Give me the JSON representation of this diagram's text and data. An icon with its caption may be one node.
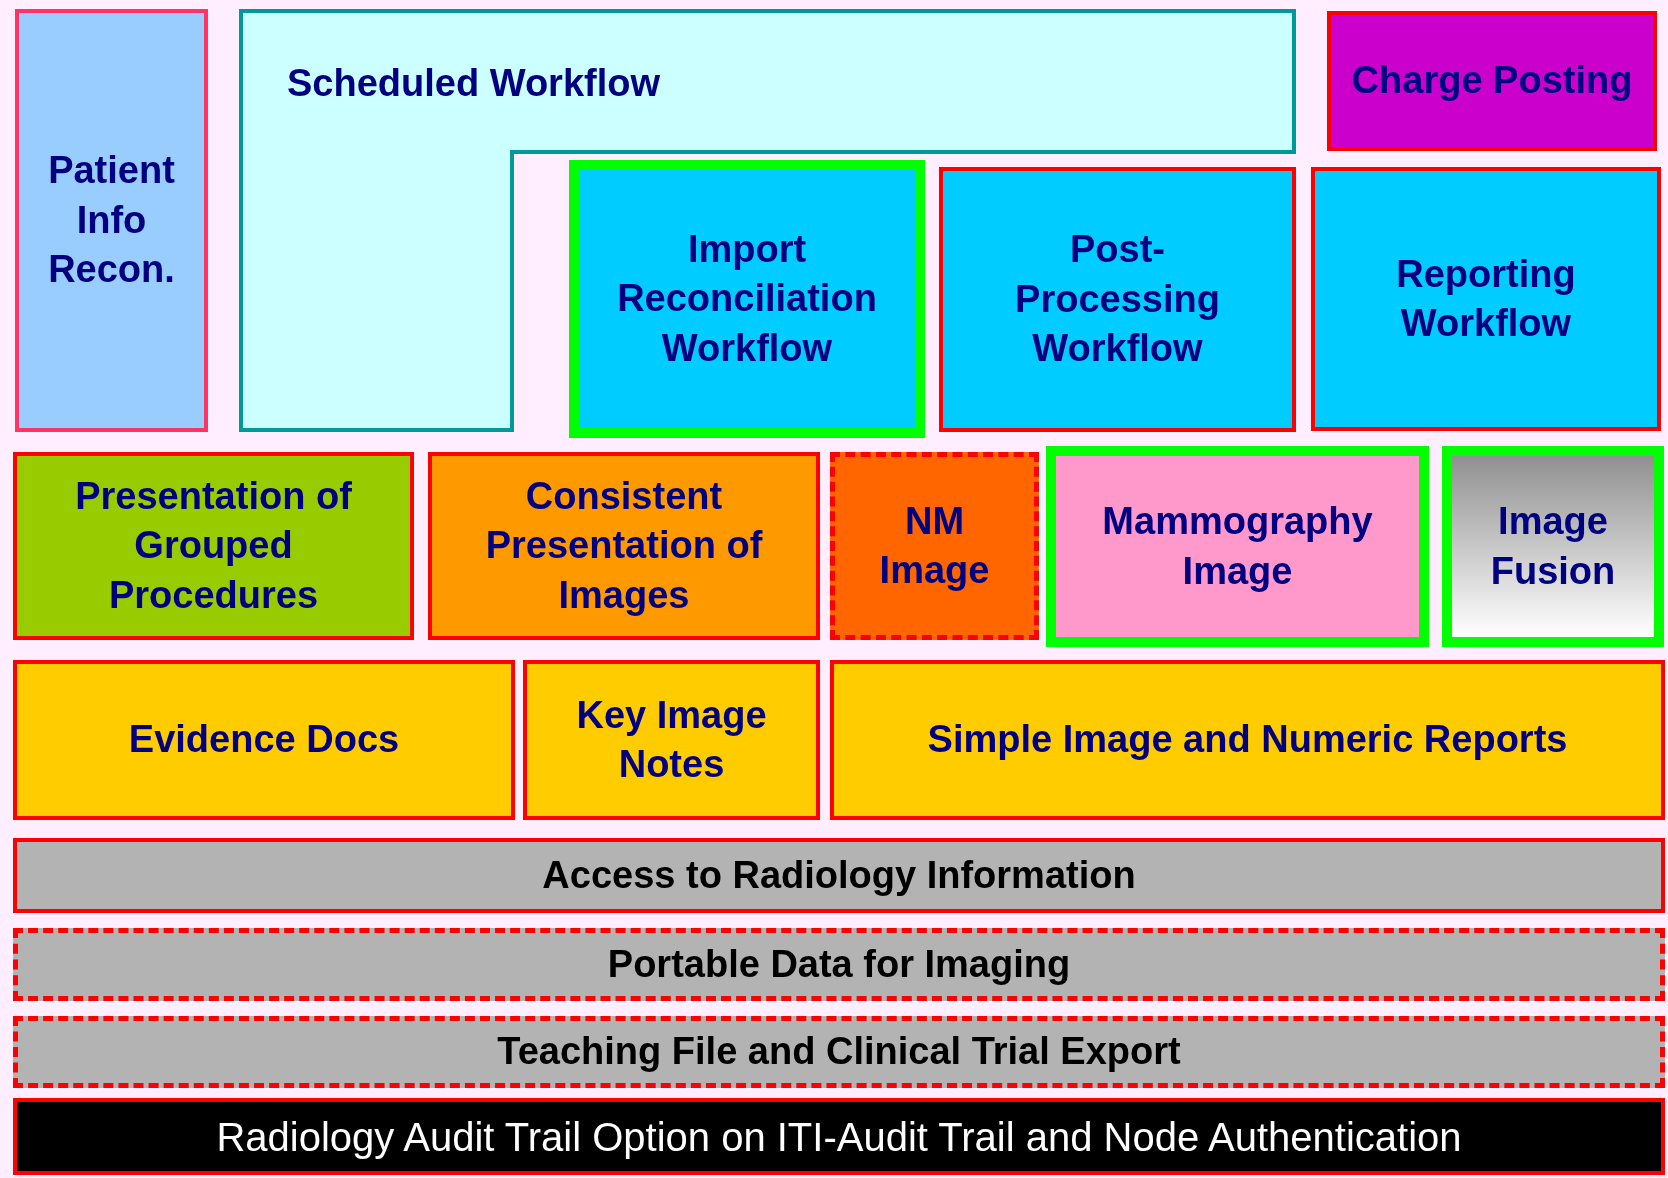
{
  "diagram": {
    "nodes": [
      {
        "text": [
          "Patient Info Recon."
        ]
      },
      {
        "text": [
          "Scheduled Workflow"
        ]
      },
      {
        "text": [
          "Charge Posting"
        ]
      },
      {
        "text": [
          "Import Reconciliation Workflow"
        ]
      },
      {
        "text": [
          "Post-Processing Workflow"
        ]
      },
      {
        "text": [
          "Reporting Workflow"
        ]
      },
      {
        "text": [
          "Presentation of Grouped Procedures"
        ]
      },
      {
        "text": [
          "Consistent Presentation of Images"
        ]
      },
      {
        "text": [
          "NM Image"
        ]
      },
      {
        "text": [
          "Mammography Image"
        ]
      },
      {
        "text": [
          "Image Fusion"
        ]
      },
      {
        "text": [
          "Evidence Docs"
        ]
      },
      {
        "text": [
          "Key Image Notes"
        ]
      },
      {
        "text": [
          "Simple Image and Numeric Reports"
        ]
      },
      {
        "text": [
          "Access to Radiology Information"
        ]
      },
      {
        "text": [
          "Portable Data for Imaging"
        ]
      },
      {
        "text": [
          "Teaching File and Clinical Trial Export"
        ]
      },
      {
        "text": [
          "Radiology Audit Trail Option on ITI-Audit Trail and Node Authentication"
        ]
      }
    ]
  }
}
